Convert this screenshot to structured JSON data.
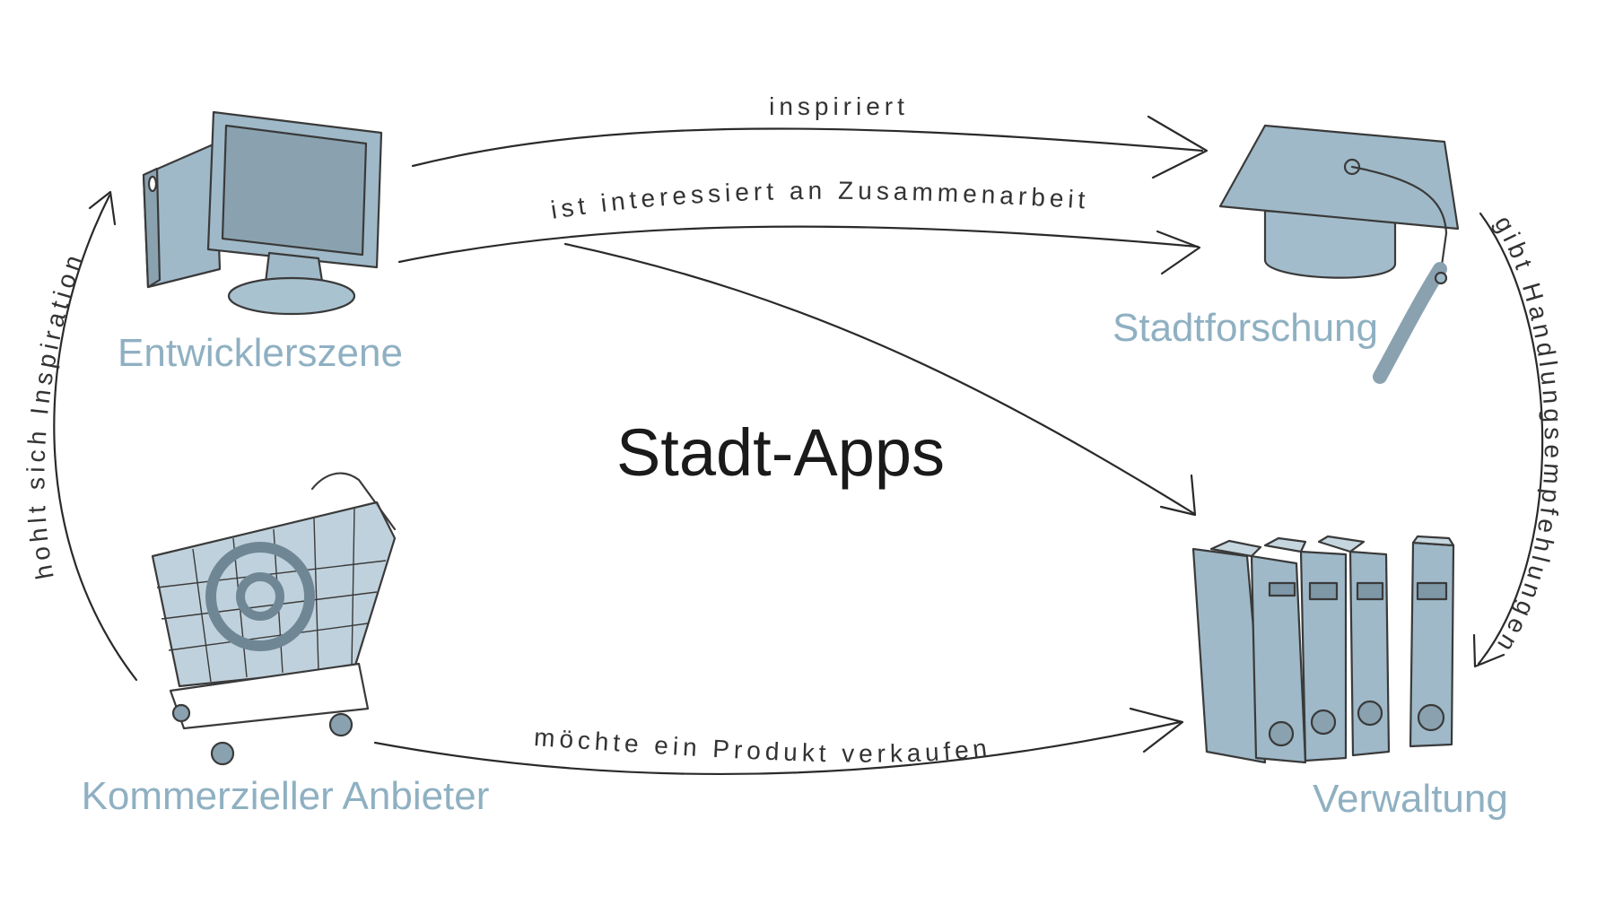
{
  "title": "Stadt-Apps",
  "colors": {
    "accent": "#8fb0c2",
    "ink": "#2a2a2a",
    "fill": "#9fb9c8",
    "fill_dark": "#8aa2b0"
  },
  "nodes": {
    "developers": {
      "label": "Entwicklerszene",
      "icon": "computer-monitor-icon"
    },
    "research": {
      "label": "Stadtforschung",
      "icon": "graduation-cap-icon"
    },
    "commercial": {
      "label": "Kommerzieller Anbieter",
      "icon": "shopping-cart-icon"
    },
    "administration": {
      "label": "Verwaltung",
      "icon": "binders-icon"
    }
  },
  "edges": {
    "inspires": "inspiriert",
    "collaboration": "ist interessiert an Zusammenarbeit",
    "sell_product": "möchte ein Produkt verkaufen",
    "get_inspiration": "hohlt sich Inspiration",
    "recommendations": "gibt Handlungsempfehlungen"
  }
}
